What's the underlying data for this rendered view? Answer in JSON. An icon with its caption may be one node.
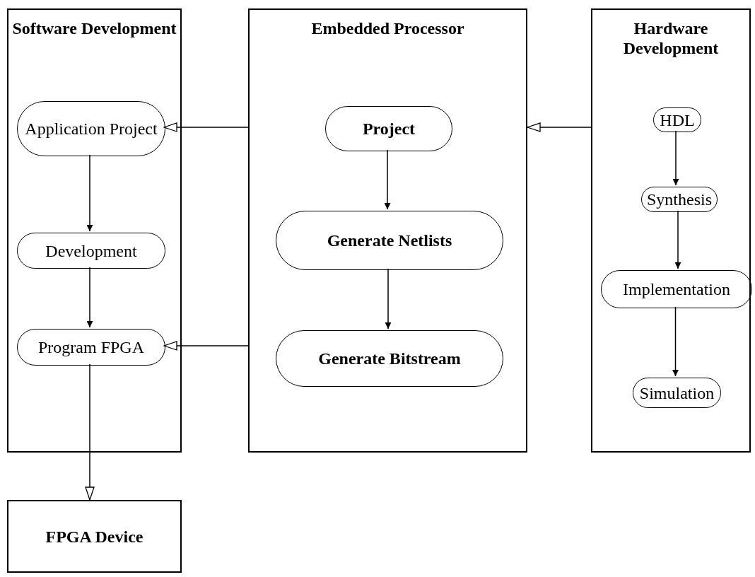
{
  "diagram": {
    "nodes": [
      {
        "text": [
          "Software Development"
        ]
      },
      {
        "text": [
          "Application Project"
        ],
        "in": 0
      },
      {
        "text": [
          "Development"
        ],
        "in": 0
      },
      {
        "text": [
          "Program FPGA"
        ],
        "in": 0
      },
      {
        "text": [
          "Embedded Processor"
        ]
      },
      {
        "text": [
          "Project"
        ],
        "in": 4
      },
      {
        "text": [
          "Generate Netlists"
        ],
        "in": 4
      },
      {
        "text": [
          "Generate Bitstream"
        ],
        "in": 4
      },
      {
        "text": [
          "Hardware Development"
        ]
      },
      {
        "text": [
          "HDL"
        ],
        "in": 8
      },
      {
        "text": [
          "Synthesis"
        ],
        "in": 8
      },
      {
        "text": [
          "Implementation"
        ],
        "in": 8
      },
      {
        "text": [
          "Simulation"
        ],
        "in": 8
      },
      {
        "text": [
          "FPGA Device"
        ]
      }
    ],
    "edges": [
      {
        "from": 1,
        "to": 2,
        "arrow": "to"
      },
      {
        "from": 2,
        "to": 3,
        "arrow": "to"
      },
      {
        "from": 5,
        "to": 6,
        "arrow": "to"
      },
      {
        "from": 6,
        "to": 7,
        "arrow": "to"
      },
      {
        "from": 9,
        "to": 10,
        "arrow": "to"
      },
      {
        "from": 10,
        "to": 11,
        "arrow": "to"
      },
      {
        "from": 11,
        "to": 12,
        "arrow": "to"
      },
      {
        "from": 4,
        "to": 1,
        "arrow": "to"
      },
      {
        "from": 4,
        "to": 3,
        "arrow": "to"
      },
      {
        "from": 8,
        "to": 4,
        "arrow": "to"
      },
      {
        "from": 3,
        "to": 13,
        "arrow": "to"
      }
    ]
  }
}
